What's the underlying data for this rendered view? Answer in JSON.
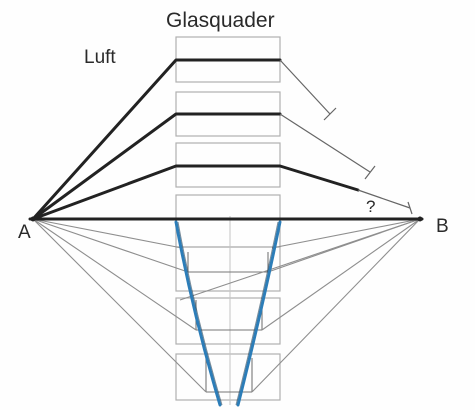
{
  "labels": {
    "title": "Glasquader",
    "medium": "Luft",
    "point_a": "A",
    "point_b": "B",
    "unknown": "?"
  },
  "colors": {
    "ink": "#222222",
    "pencil": "#888888",
    "glass_outline": "#b0b0b0",
    "blue": "#2c7db8"
  }
}
